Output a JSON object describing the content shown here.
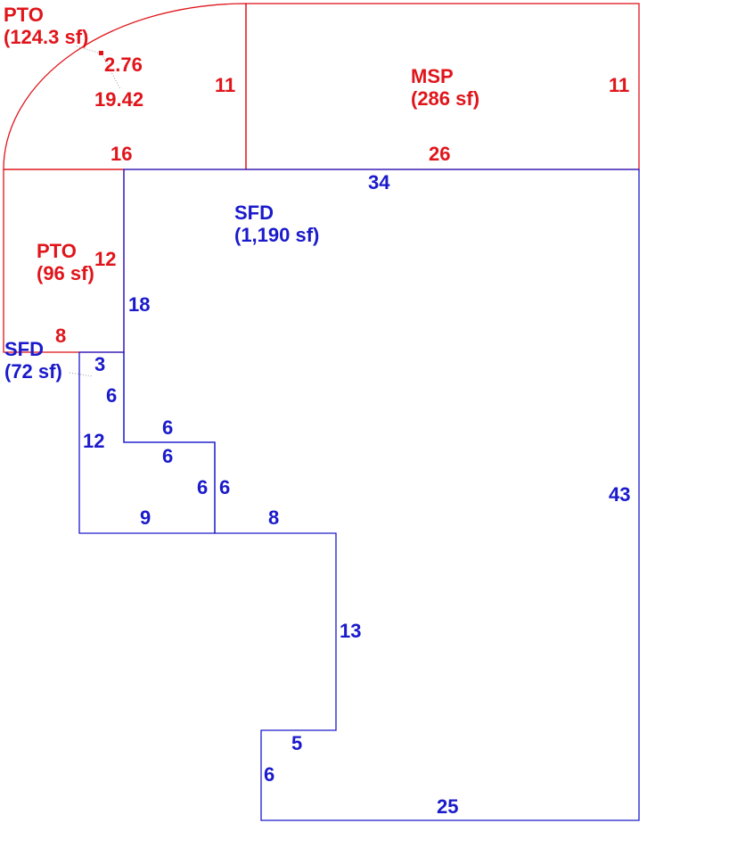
{
  "areas": {
    "pto_top": {
      "name": "PTO",
      "area": "(124.3 sf)",
      "color": "#e0151b"
    },
    "msp": {
      "name": "MSP",
      "area": "(286 sf)",
      "color": "#e0151b"
    },
    "pto_left": {
      "name": "PTO",
      "area": "(96 sf)",
      "color": "#e0151b"
    },
    "sfd_main": {
      "name": "SFD",
      "area": "(1,190 sf)",
      "color": "#1a1acc"
    },
    "sfd_small": {
      "name": "SFD",
      "area": "(72 sf)",
      "color": "#1a1acc"
    }
  },
  "dimensions": {
    "arc_small": "2.76",
    "arc_radius": "19.42",
    "pto_top_right": "11",
    "pto_top_bottom": "16",
    "msp_right": "11",
    "msp_bottom": "26",
    "sfd_top": "34",
    "pto_left_right": "12",
    "pto_left_bottom": "8",
    "sfd_left_upper": "18",
    "sfd_small_top": "3",
    "sfd_small_right_upper": "6",
    "sfd_small_left": "12",
    "step_top_a": "6",
    "step_top_b": "6",
    "step_inner": "6",
    "step_outer": "6",
    "sfd_small_bottom": "9",
    "step_bottom": "8",
    "sfd_right": "43",
    "sfd_inner_vertical": "13",
    "notch_top": "5",
    "notch_left": "6",
    "sfd_bottom": "25"
  }
}
